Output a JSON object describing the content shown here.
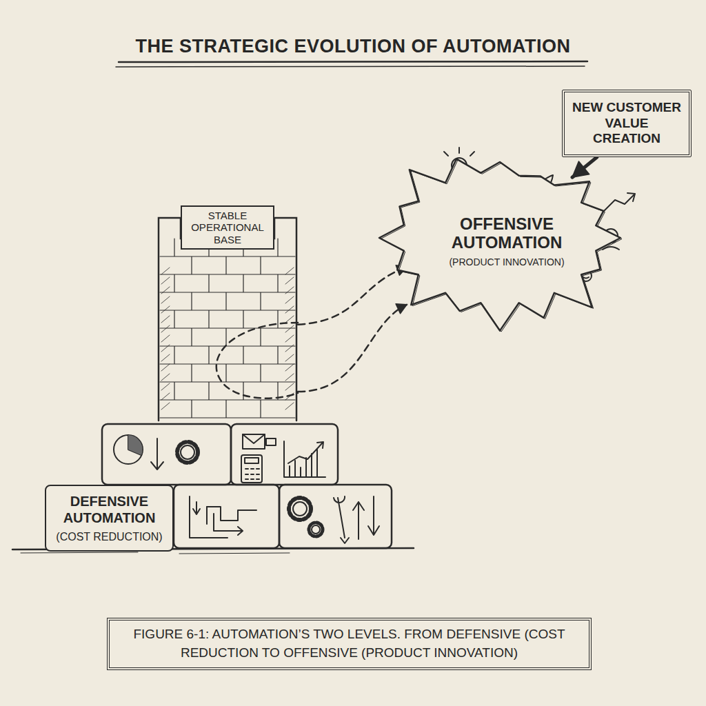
{
  "diagram": {
    "title": "THE STRATEGIC EVOLUTION OF AUTOMATION",
    "caption": "FIGURE 6-1: AUTOMATION’S TWO LEVELS. FROM DEFENSIVE (COST REDUCTION TO OFFENSIVE (PRODUCT INNOVATION)",
    "nodes": [
      {
        "text": [
          "NEW CUSTOMER VALUE CREATION"
        ]
      },
      {
        "text": [
          "OFFENSIVE AUTOMATION",
          "(PRODUCT INNOVATION)"
        ]
      },
      {
        "text": [
          "STABLE OPERATIONAL BASE"
        ]
      },
      {
        "text": [
          "DEFENSIVE AUTOMATION",
          "(COST REDUCTION)"
        ]
      }
    ],
    "edges": [
      {
        "from": 2,
        "to": 1,
        "arrow": "to"
      },
      {
        "from": 2,
        "to": 1,
        "arrow": "to"
      },
      {
        "from": 0,
        "to": 1,
        "arrow": "to"
      }
    ]
  }
}
